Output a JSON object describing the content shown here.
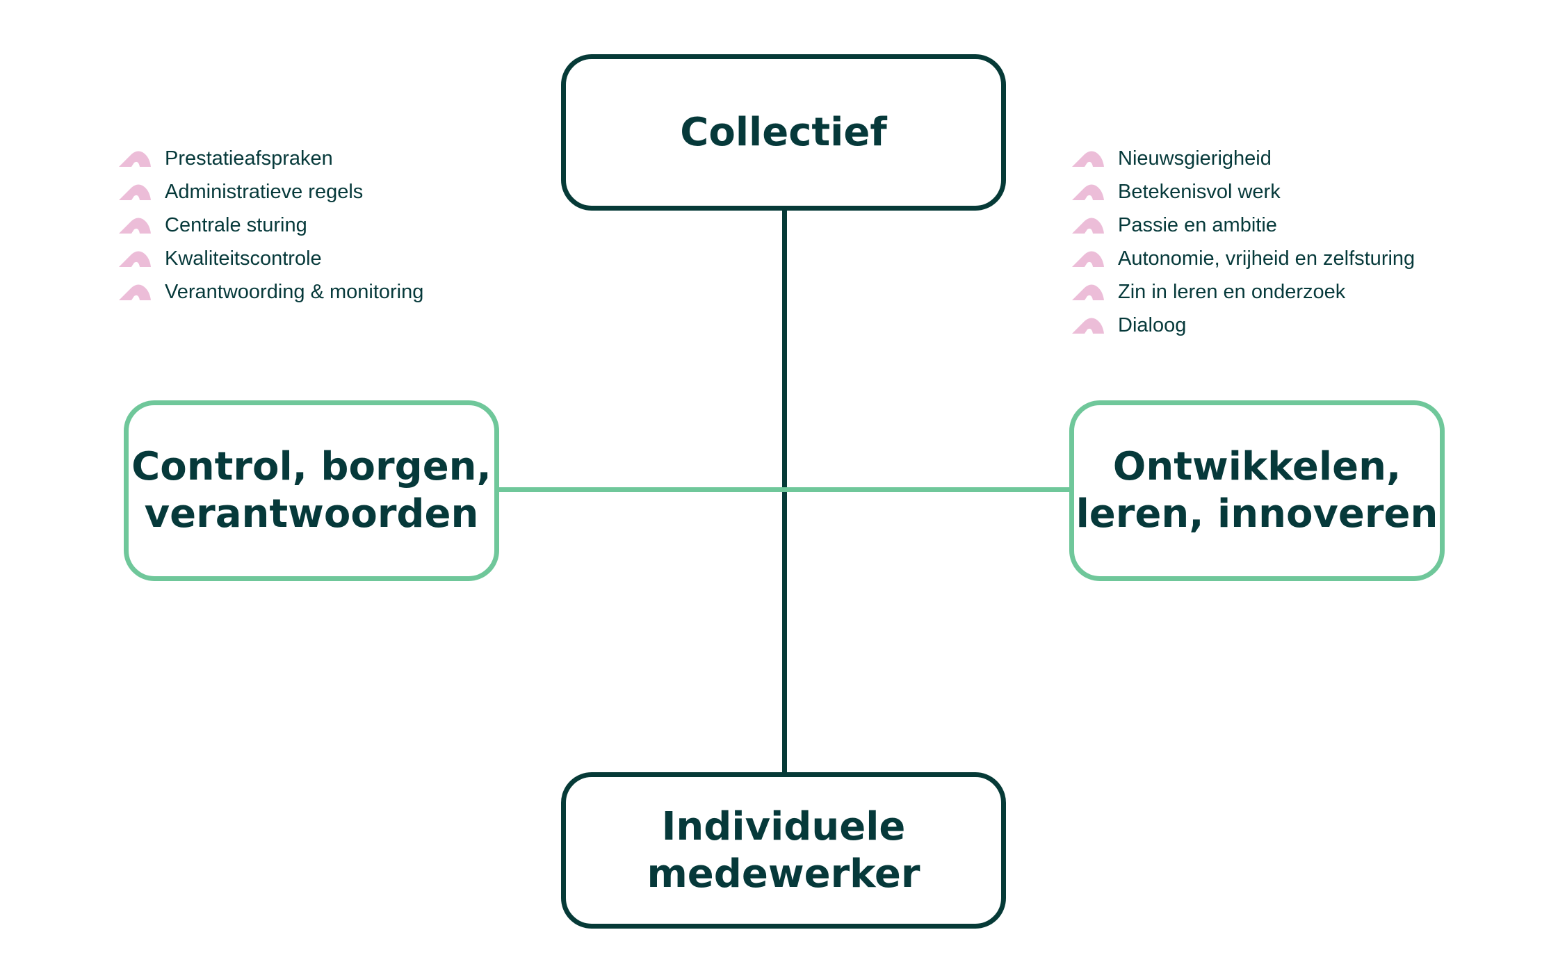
{
  "colors": {
    "dark": "#063a37",
    "green": "#6fc79a",
    "pink": "#ecbdd8"
  },
  "nodes": {
    "top": "Collectief",
    "bottom_line1": "Individuele",
    "bottom_line2": "medewerker",
    "left_line1": "Control, borgen,",
    "left_line2": "verantwoorden",
    "right_line1": "Ontwikkelen,",
    "right_line2": "leren, innoveren"
  },
  "left_list": [
    "Prestatieafspraken",
    "Administratieve regels",
    "Centrale sturing",
    "Kwaliteitscontrole",
    "Verantwoording & monitoring"
  ],
  "right_list": [
    "Nieuwsgierigheid",
    "Betekenisvol werk",
    "Passie en ambitie",
    "Autonomie, vrijheid en zelfsturing",
    "Zin in leren en onderzoek",
    "Dialoog"
  ]
}
